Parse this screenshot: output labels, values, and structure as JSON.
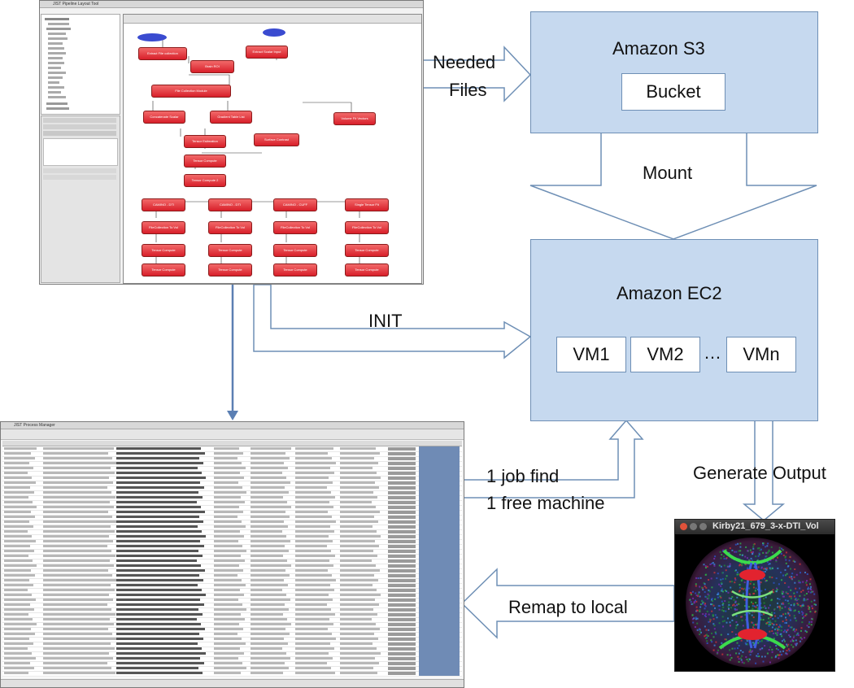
{
  "s3": {
    "title": "Amazon S3",
    "bucket": "Bucket"
  },
  "ec2": {
    "title": "Amazon EC2",
    "vms": [
      "VM1",
      "VM2",
      "VMn"
    ],
    "ellipsis": "…"
  },
  "arrows": {
    "needed_files": [
      "Needed",
      "Files"
    ],
    "mount": "Mount",
    "init": "INIT",
    "job_find": [
      "1 job find",
      "1 free machine"
    ],
    "generate_output": "Generate Output",
    "remap": "Remap to local"
  },
  "brain_window": {
    "title": "Kirby21_679_3-x-DTI_Vol"
  },
  "colors": {
    "box_fill": "#c6d9ef",
    "box_stroke": "#6e8fb5",
    "arrow_stroke": "#6e8fb5",
    "node_red": "#d81f2a"
  },
  "workflow_window": {
    "title": "JIST Pipeline Layout Tool",
    "nodes": [
      "Extract File collection",
      "Brain ROI",
      "Extract Scalar Input",
      "File Collection Module",
      "Concatenate Scalar",
      "Gradient Table List",
      "Volume Fit Vectors",
      "Tensor Estimation",
      "Tensor Compute",
      "Tensor Compute 2",
      "Surface Contrast",
      "CAMINO - DTI",
      "CAMINO - DTI",
      "CAMINO - CUFF",
      "Single Tensor Fit",
      "FileCollection To Vol",
      "FileCollection To Vol",
      "FileCollection To Vol",
      "FileCollection To Vol",
      "Tensor Compute",
      "Tensor Compute",
      "Tensor Compute",
      "Tensor Compute",
      "Tensor Compute",
      "Tensor Compute",
      "Tensor Compute",
      "Tensor Compute"
    ]
  },
  "process_window": {
    "title": "JIST Process Manager"
  }
}
